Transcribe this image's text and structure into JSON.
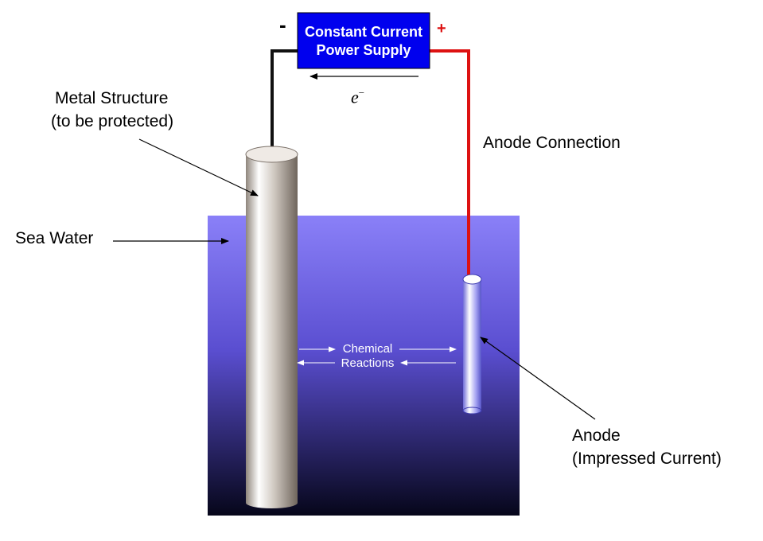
{
  "power_supply": {
    "line1": "Constant Current",
    "line2": "Power Supply",
    "negative_sign": "-",
    "positive_sign": "+"
  },
  "electron_label": {
    "symbol": "e",
    "superscript": "−"
  },
  "labels": {
    "metal_structure_line1": "Metal Structure",
    "metal_structure_line2": "(to be protected)",
    "sea_water": "Sea Water",
    "anode_connection": "Anode Connection",
    "anode_line1": "Anode",
    "anode_line2": "(Impressed Current)",
    "chemical_line1": "Chemical",
    "chemical_line2": "Reactions"
  },
  "colors": {
    "psu_fill": "#0000ee",
    "negative_wire": "#111111",
    "positive_wire": "#dd1111",
    "positive_sign": "#dd1111",
    "water_top": "#8a80f8",
    "water_bottom": "#06061a",
    "anode_fill": "#9d9cf0"
  }
}
